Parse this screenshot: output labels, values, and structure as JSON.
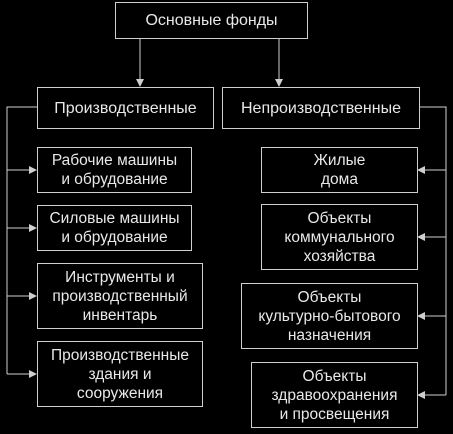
{
  "root": {
    "label": "Основные фонды"
  },
  "productive": {
    "label": "Производственные",
    "items": [
      "Рабочие машины\nи обрудование",
      "Силовые машины\nи обрудование",
      "Инструменты и\nпроизводственный\nинвентарь",
      "Производственные\nздания и\nсооружения"
    ]
  },
  "nonproductive": {
    "label": "Непроизводственные",
    "items": [
      "Жилые\nдома",
      "Объекты\nкоммунального\nхозяйства",
      "Объекты\nкультурно-бытового\nназначения",
      "Объекты\nздравоохранения\nи просвещения"
    ]
  }
}
